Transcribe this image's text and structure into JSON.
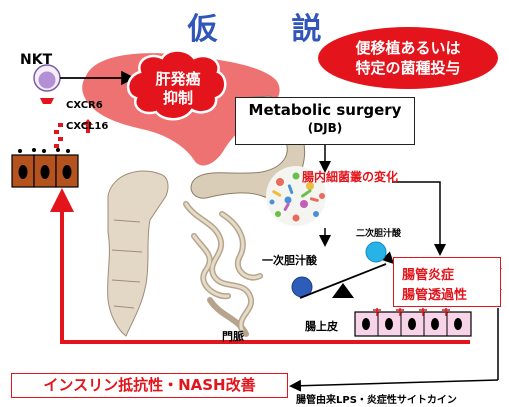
{
  "title": "仮　説",
  "nkt": {
    "label": "NKT",
    "receptor": "CXCR6",
    "ligand": "CXCL16"
  },
  "liver": {
    "line1": "肝発癌",
    "line2": "抑制"
  },
  "fmt": {
    "line1": "便移植あるいは",
    "line2": "特定の菌種投与"
  },
  "surgery": {
    "name": "Metabolic surgery",
    "sub": "(DJB)"
  },
  "microbiota": "腸内細菌叢の変化",
  "bile": {
    "primary": "一次胆汁酸",
    "secondary": "二次胆汁酸"
  },
  "epithelium": "腸上皮",
  "portal_vein": "門脈",
  "gut": {
    "line1": "腸管炎症",
    "line2": "腸管透過性"
  },
  "result": "インスリン抵抗性・NASH改善",
  "lps": "腸管由来LPS・炎症性サイトカイン",
  "colors": {
    "title": "#2f56b8",
    "red": "#e3141b",
    "liver": "#ee6a6a",
    "hepatocyte": "#b5531e",
    "villi": "#f7d4e8",
    "nucleus": "#000000",
    "primary_bile": "#2d5db8",
    "secondary_bile": "#27b3e8"
  }
}
